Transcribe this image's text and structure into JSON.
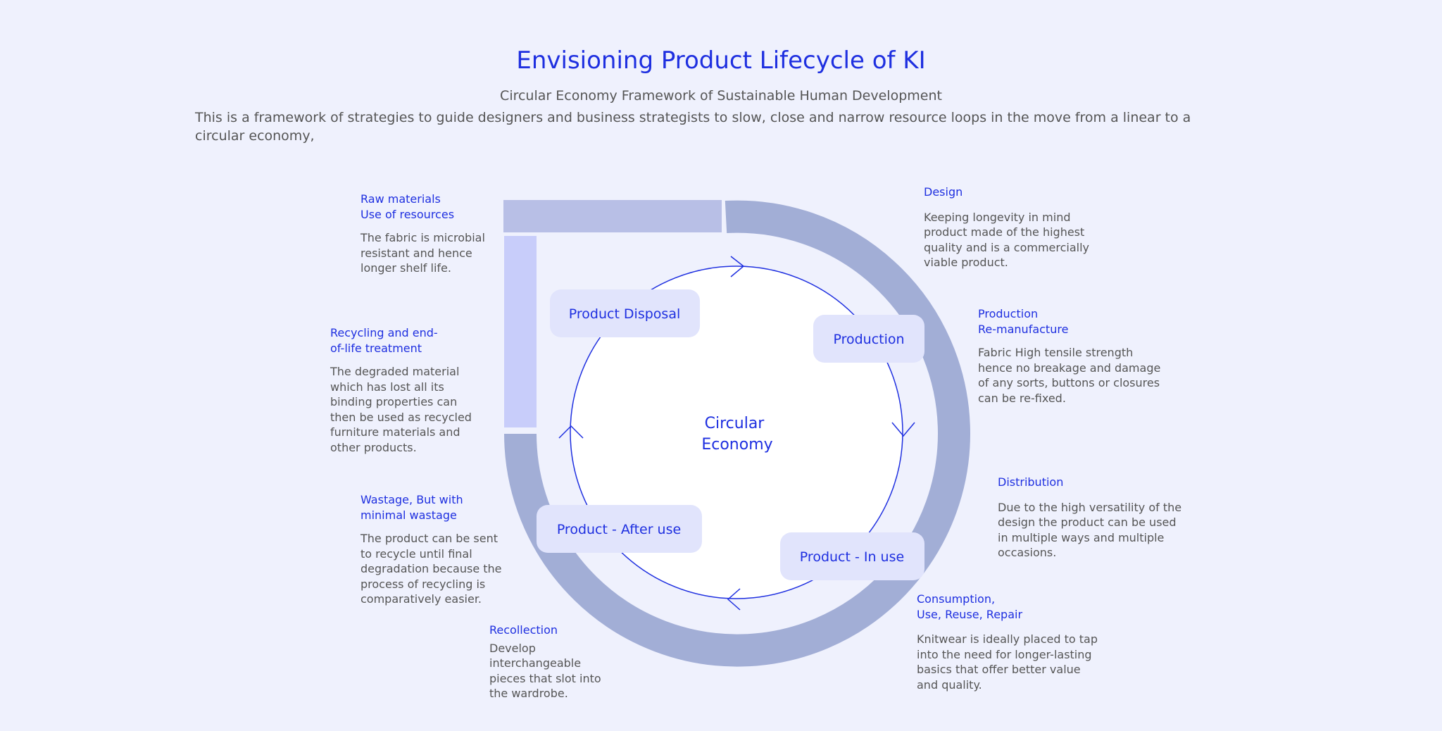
{
  "header": {
    "title": "Envisioning Product Lifecycle of KI",
    "subtitle": "Circular Economy Framework of Sustainable Human Development",
    "intro": "This is a framework of strategies to guide designers and business strategists to slow, close and narrow resource loops in the move from a linear to a circular economy,"
  },
  "diagram": {
    "center": [
      "Circular",
      "Economy"
    ],
    "stages": {
      "disposal": "Product Disposal",
      "production": "Production",
      "after_use": "Product - After use",
      "in_use": "Product - In use"
    },
    "colors": {
      "accent": "#1e2fe0",
      "ring": "#a2aed6",
      "top_bar": "#b8bfe6",
      "left_bar": "#c8cdfa",
      "pill": "#e1e4fc"
    }
  },
  "notes": {
    "raw": {
      "head": [
        "Raw materials",
        "Use of resources"
      ],
      "body": [
        "The fabric is microbial",
        "resistant and hence",
        "longer shelf life."
      ]
    },
    "recycling": {
      "head": [
        "Recycling and end-",
        "of-life treatment"
      ],
      "body": [
        "The degraded material",
        "which has lost all its",
        "binding properties can",
        "then be used as recycled",
        "furniture materials and",
        "other  products."
      ]
    },
    "wastage": {
      "head": [
        "Wastage, But with",
        "minimal wastage"
      ],
      "body": [
        "The product can be sent",
        "to recycle until final",
        "degradation because the",
        "process of recycling is",
        "comparatively easier."
      ]
    },
    "recollection": {
      "head": [
        "Recollection"
      ],
      "body": [
        "Develop",
        "interchangeable",
        "pieces that slot into",
        "the wardrobe."
      ]
    },
    "design": {
      "head": [
        "Design"
      ],
      "body": [
        "Keeping longevity in mind",
        "product made of the highest",
        "quality and is a commercially",
        "viable product."
      ]
    },
    "production": {
      "head": [
        "Production",
        "Re-manufacture"
      ],
      "body": [
        "Fabric High tensile strength",
        "hence no breakage and damage",
        "of any sorts, buttons or closures",
        "can be re-fixed."
      ]
    },
    "distribution": {
      "head": [
        "Distribution"
      ],
      "body": [
        "Due to the high versatility of the",
        "design the product can be used",
        "in multiple ways and multiple",
        "occasions."
      ]
    },
    "consumption": {
      "head": [
        "Consumption,",
        "Use, Reuse, Repair"
      ],
      "body": [
        "Knitwear is ideally placed to tap",
        "into the need for longer-lasting",
        "basics that offer better value",
        "and quality."
      ]
    }
  }
}
